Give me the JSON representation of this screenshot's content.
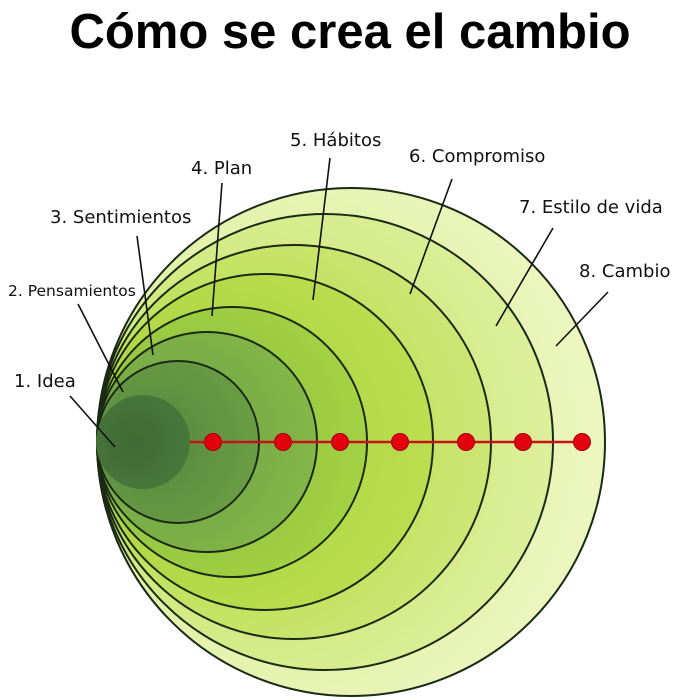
{
  "title": "Cómo se crea el cambio",
  "colors": {
    "ring_fills": [
      "#4a7a3c",
      "#5c9241",
      "#6fa843",
      "#8bc33f",
      "#a6d83a",
      "#c3e35a",
      "#d7ec88",
      "#e7f4b0"
    ],
    "stroke": "#1a2a14",
    "dot": "#e3000f",
    "line": "#c81018"
  },
  "stages": [
    {
      "n": 1,
      "label": "1. Idea"
    },
    {
      "n": 2,
      "label": "2. Pensamientos"
    },
    {
      "n": 3,
      "label": "3. Sentimientos"
    },
    {
      "n": 4,
      "label": "4. Plan"
    },
    {
      "n": 5,
      "label": "5. Hábitos"
    },
    {
      "n": 6,
      "label": "6. Compromiso"
    },
    {
      "n": 7,
      "label": "7. Estilo de vida"
    },
    {
      "n": 8,
      "label": "8. Cambio"
    }
  ],
  "progress_dots": 7
}
